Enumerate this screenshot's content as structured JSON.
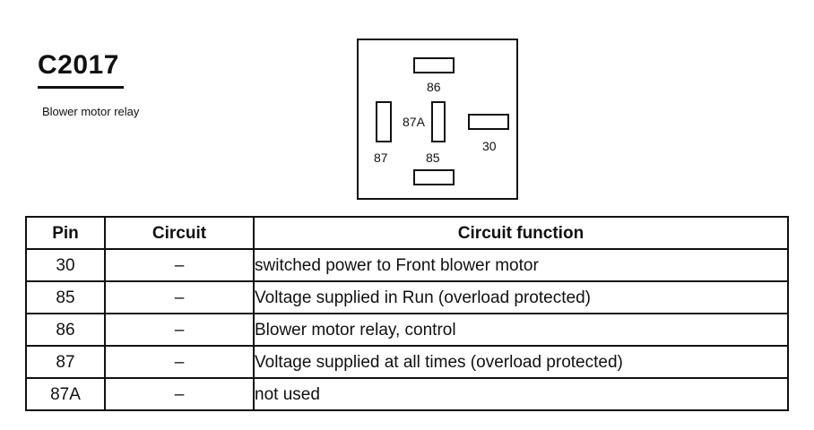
{
  "connector": {
    "id": "C2017",
    "description": "Blower motor relay"
  },
  "pin_face": {
    "labels": {
      "p86": "86",
      "p87a": "87A",
      "p30": "30",
      "p87": "87",
      "p85": "85"
    }
  },
  "table": {
    "headers": {
      "pin": "Pin",
      "circuit": "Circuit",
      "function": "Circuit function"
    },
    "rows": [
      {
        "pin": "30",
        "circuit": "–",
        "function": "switched power to Front blower motor"
      },
      {
        "pin": "85",
        "circuit": "–",
        "function": "Voltage supplied in Run (overload protected)"
      },
      {
        "pin": "86",
        "circuit": "–",
        "function": "Blower motor relay, control"
      },
      {
        "pin": "87",
        "circuit": "–",
        "function": "Voltage supplied at all times (overload protected)"
      },
      {
        "pin": "87A",
        "circuit": "–",
        "function": "not used"
      }
    ]
  }
}
